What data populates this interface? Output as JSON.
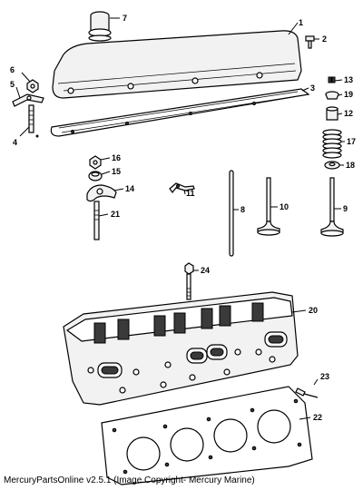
{
  "callouts": {
    "c1": "1",
    "c2": "2",
    "c3": "3",
    "c4": "4",
    "c5": "5",
    "c6": "6",
    "c7": "7",
    "c8": "8",
    "c9": "9",
    "c10": "10",
    "c11": "11",
    "c12": "12",
    "c13": "13",
    "c14": "14",
    "c15": "15",
    "c16": "16",
    "c17": "17",
    "c18": "18",
    "c19": "19",
    "c20": "20",
    "c21": "21",
    "c22": "22",
    "c23": "23",
    "c24": "24"
  },
  "footer": {
    "text": "MercuryPartsOnline v2.5.1 (Image Copyright- Mercury Marine)"
  }
}
